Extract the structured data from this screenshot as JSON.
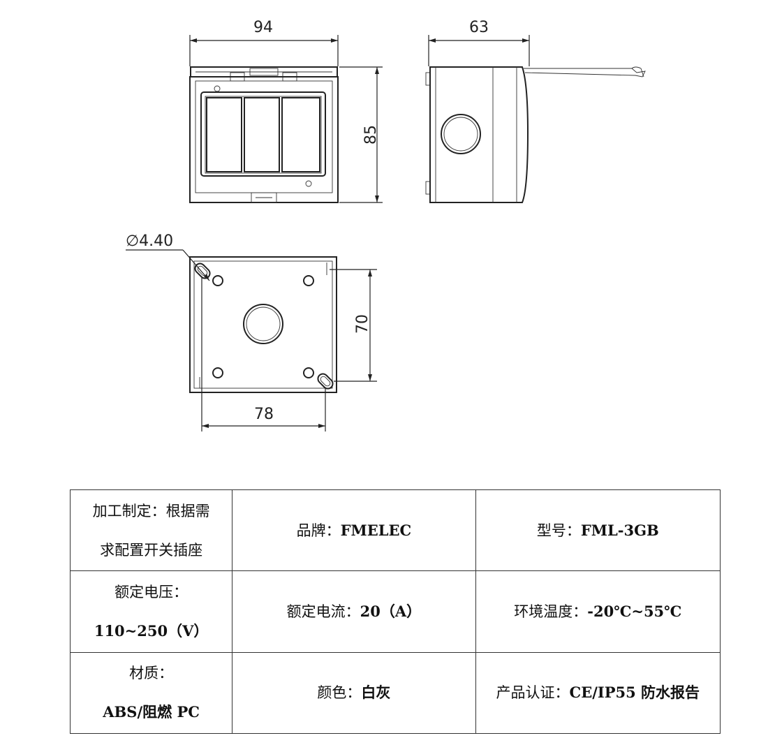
{
  "dimensions": {
    "front_width": "94",
    "front_height": "85",
    "side_depth": "63",
    "hole_diameter": "∅4.40",
    "back_hole_vertical": "70",
    "back_hole_horizontal": "78"
  },
  "spec_table": [
    [
      {
        "lines": [
          {
            "label": "加工制定：根据需"
          },
          {
            "label": "求配置开关插座"
          }
        ]
      },
      {
        "lines": [
          {
            "label": "品牌：",
            "value": "FMELEC"
          }
        ]
      },
      {
        "lines": [
          {
            "label": "型号：",
            "value": "FML-3GB"
          }
        ]
      }
    ],
    [
      {
        "lines": [
          {
            "label": "额定电压："
          },
          {
            "value": "110~250（V）"
          }
        ]
      },
      {
        "lines": [
          {
            "label": "额定电流：",
            "value": "20（A）"
          }
        ]
      },
      {
        "lines": [
          {
            "label": "环境温度：",
            "value": "-20℃~55℃"
          }
        ]
      }
    ],
    [
      {
        "lines": [
          {
            "label": "材质："
          },
          {
            "value": "ABS/阻燃 PC"
          }
        ]
      },
      {
        "lines": [
          {
            "label": "颜色：",
            "value": "白灰"
          }
        ]
      },
      {
        "lines": [
          {
            "label": "产品认证：",
            "value": "CE/IP55 防水报告"
          }
        ]
      }
    ]
  ]
}
